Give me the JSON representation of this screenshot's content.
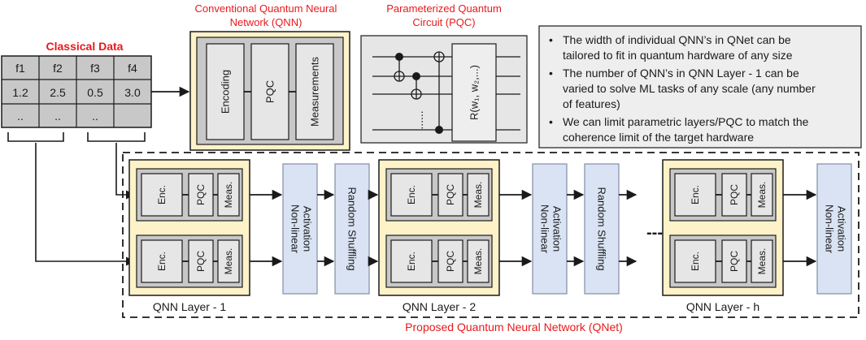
{
  "classical_data": {
    "title": "Classical Data",
    "headers": [
      "f1",
      "f2",
      "f3",
      "f4"
    ],
    "row1": [
      "1.2",
      "2.5",
      "0.5",
      "3.0"
    ],
    "row2": [
      "..",
      "..",
      "..",
      ""
    ]
  },
  "conventional_qnn": {
    "title_line1": "Conventional Quantum Neural",
    "title_line2": "Network (QNN)",
    "blocks": [
      "Encoding",
      "PQC",
      "Measurements"
    ]
  },
  "pqc_figure": {
    "title_line1": "Parameterized Quantum",
    "title_line2": "Circuit (PQC)",
    "gate_label": "R(w₁, w₂,...)",
    "dots": "......"
  },
  "notes": [
    {
      "line1": "The width of individual QNN’s in QNet can be",
      "line2": "tailored to fit in quantum hardware of any size"
    },
    {
      "line1": "The number of QNN’s in QNN Layer - 1 can be",
      "line2": "varied to solve ML tasks of any scale (any number",
      "line3": "of features)"
    },
    {
      "line1": "We can limit parametric layers/PQC to match the",
      "line2": "coherence limit of the target hardware"
    }
  ],
  "qnet": {
    "caption": "Proposed Quantum Neural Network (QNet)",
    "block_labels": {
      "enc": "Enc.",
      "pqc": "PQC",
      "meas": "Meas."
    },
    "activation_line1": "Non-linear",
    "activation_line2": "Activation",
    "shuffle": "Random Shuffling",
    "ellipsis": "---",
    "layers": [
      {
        "label": "QNN Layer - 1"
      },
      {
        "label": "QNN Layer - 2"
      },
      {
        "label": "QNN Layer - h"
      }
    ]
  },
  "colors": {
    "yellow_fill": "#fdf2c8",
    "gray_fill": "#c8c8c8",
    "light_gray": "#e6e6e6",
    "blue_fill": "#dae3f3",
    "note_fill": "#eeeeee",
    "accent_red": "#e8191c"
  }
}
